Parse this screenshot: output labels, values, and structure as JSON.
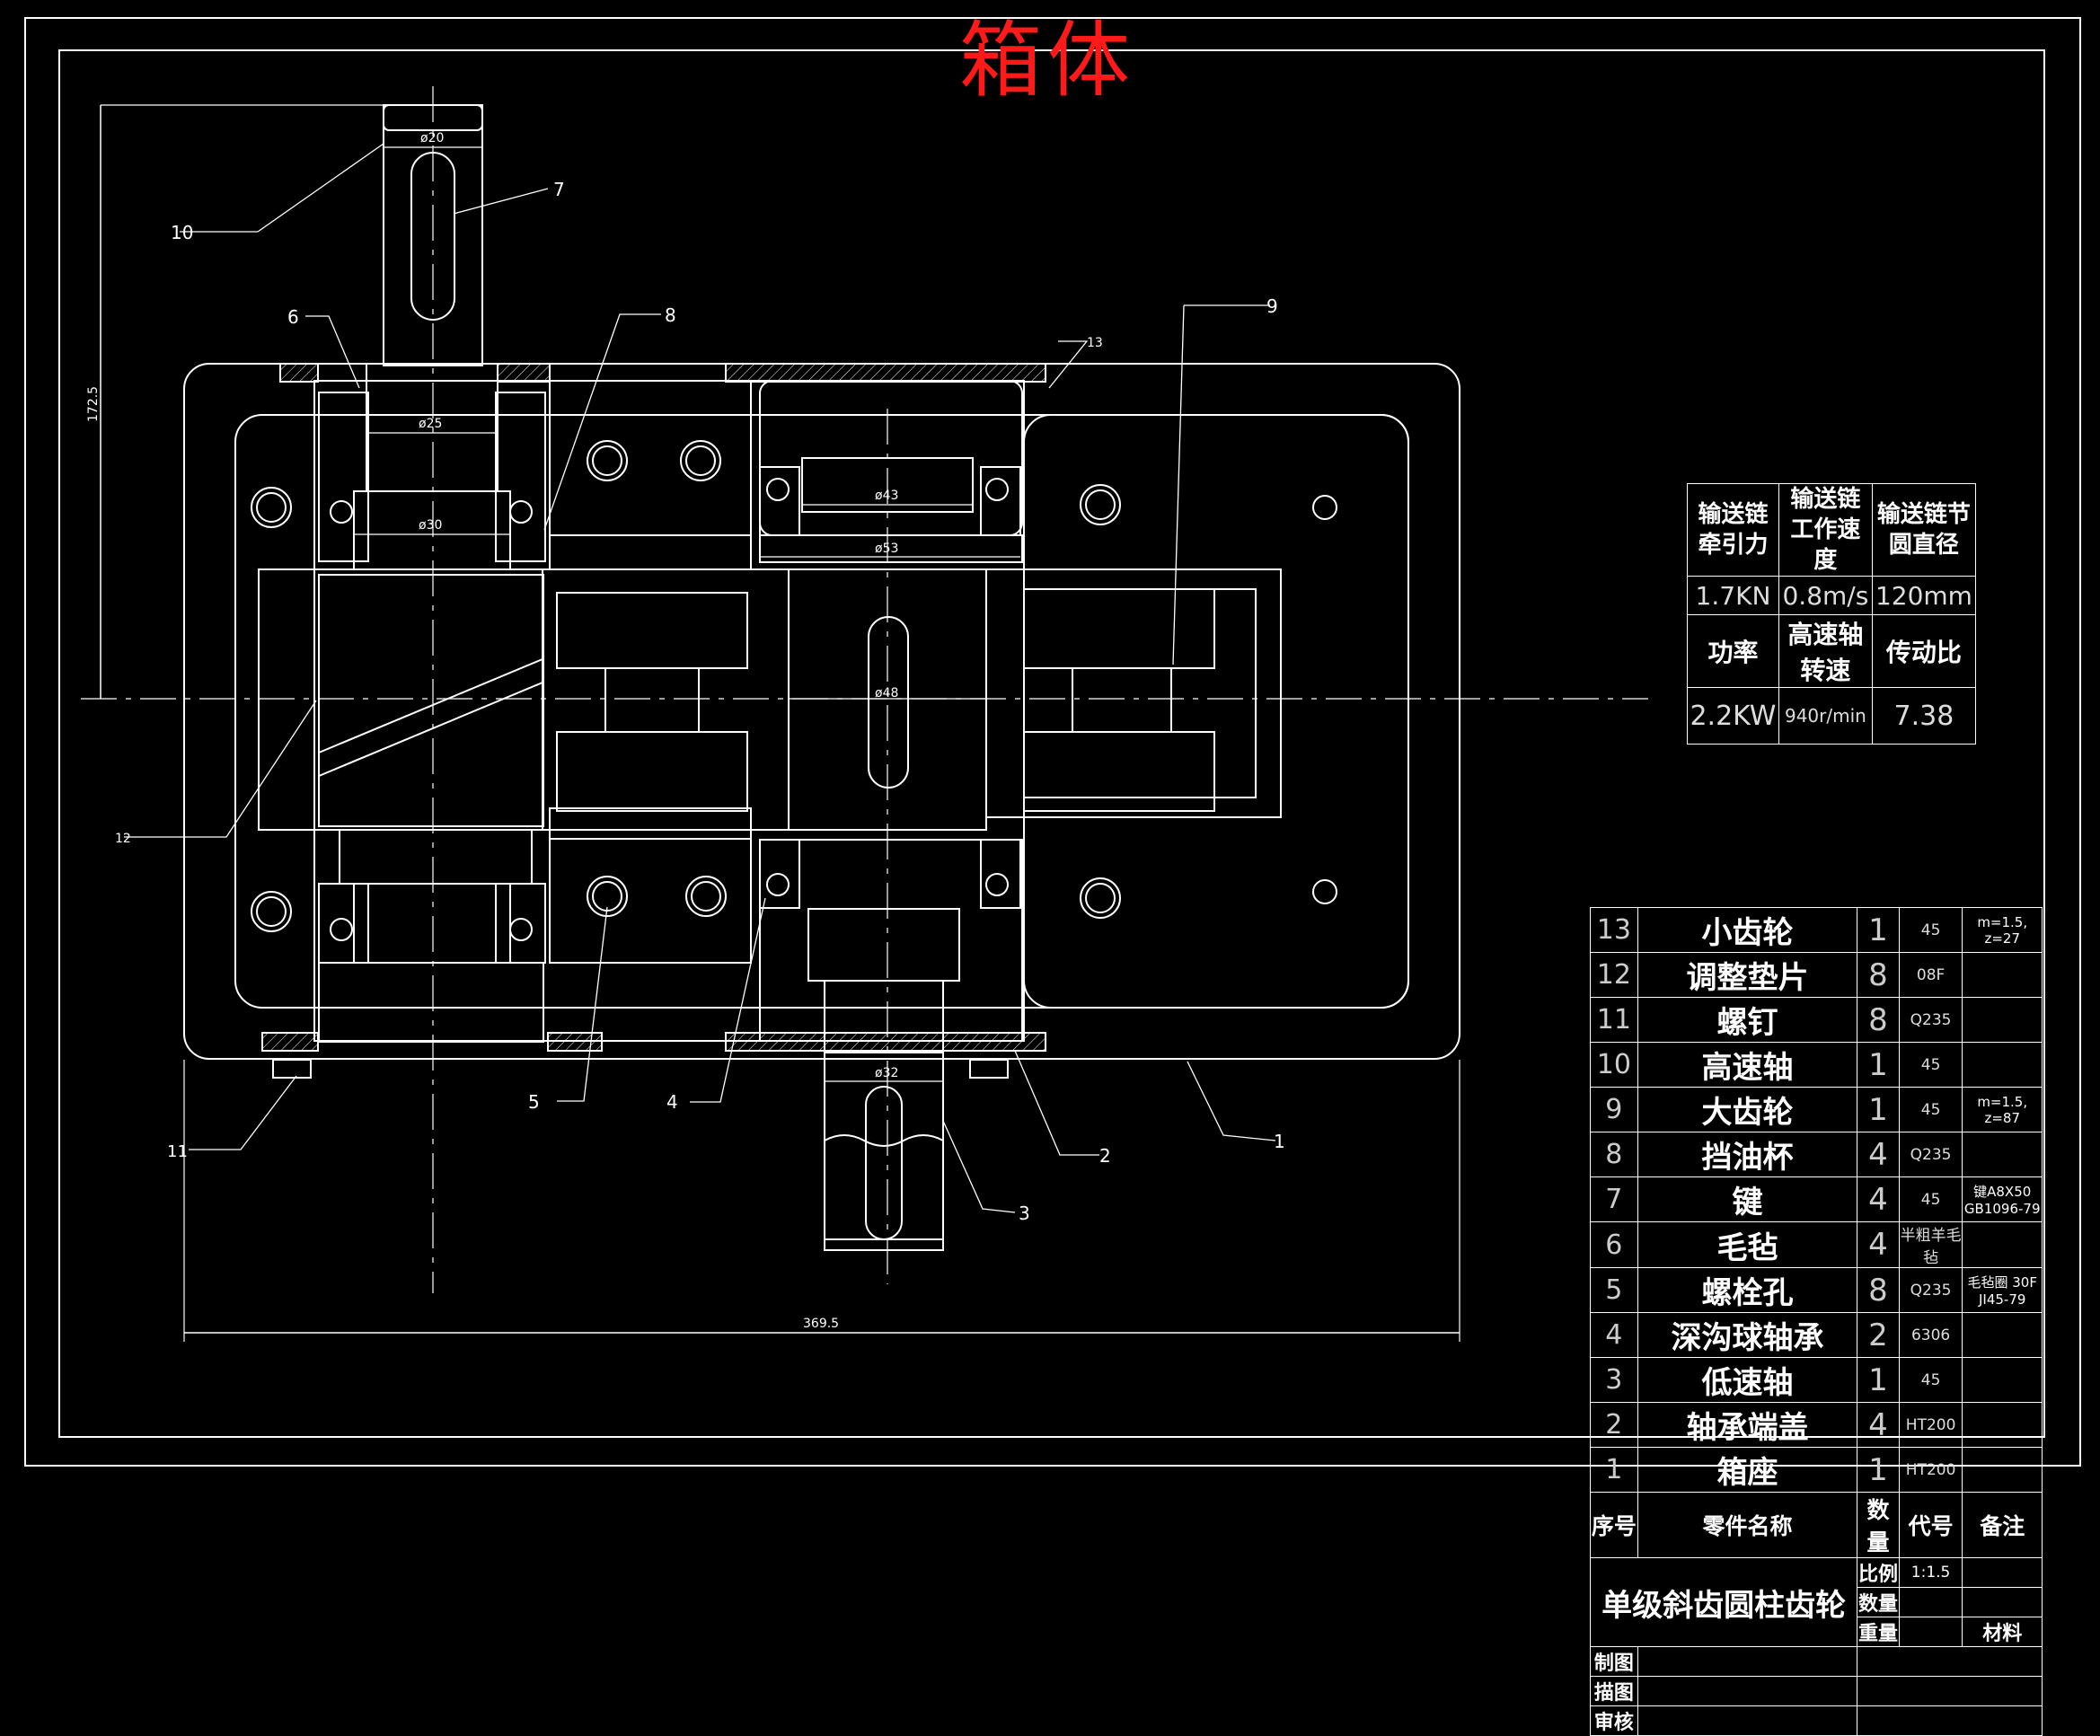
{
  "title": "箱体",
  "dims": {
    "d20": "ø20",
    "d25": "ø25",
    "d30": "ø30",
    "d43": "ø43",
    "d53": "ø53",
    "d48": "ø48",
    "d32": "ø32",
    "h172": "172.5",
    "w369": "369.5"
  },
  "callouts": [
    "1",
    "2",
    "3",
    "4",
    "5",
    "6",
    "7",
    "8",
    "9",
    "10",
    "11",
    "12",
    "13"
  ],
  "spec": {
    "h1": "输送链牵引力",
    "h2": "输送链工作速度",
    "h3": "输送链节圆直径",
    "v1": "1.7KN",
    "v2": "0.8m/s",
    "v3": "120mm",
    "h4": "功率",
    "h5": "高速轴转速",
    "h6": "传动比",
    "v4": "2.2KW",
    "v5": "940r/min",
    "v6": "7.38"
  },
  "bom": {
    "rows": [
      {
        "no": "13",
        "name": "小齿轮",
        "qty": "1",
        "code": "45",
        "remark": "m=1.5, z=27"
      },
      {
        "no": "12",
        "name": "调整垫片",
        "qty": "8",
        "code": "08F",
        "remark": ""
      },
      {
        "no": "11",
        "name": "螺钉",
        "qty": "8",
        "code": "Q235",
        "remark": ""
      },
      {
        "no": "10",
        "name": "高速轴",
        "qty": "1",
        "code": "45",
        "remark": ""
      },
      {
        "no": "9",
        "name": "大齿轮",
        "qty": "1",
        "code": "45",
        "remark": "m=1.5, z=87"
      },
      {
        "no": "8",
        "name": "挡油杯",
        "qty": "4",
        "code": "Q235",
        "remark": ""
      },
      {
        "no": "7",
        "name": "键",
        "qty": "4",
        "code": "45",
        "remark": "键A8X50 GB1096-79"
      },
      {
        "no": "6",
        "name": "毛毡",
        "qty": "4",
        "code": "半粗羊毛毡",
        "remark": ""
      },
      {
        "no": "5",
        "name": "螺栓孔",
        "qty": "8",
        "code": "Q235",
        "remark": "毛毡圈 30F JI45-79"
      },
      {
        "no": "4",
        "name": "深沟球轴承",
        "qty": "2",
        "code": "6306",
        "remark": ""
      },
      {
        "no": "3",
        "name": "低速轴",
        "qty": "1",
        "code": "45",
        "remark": ""
      },
      {
        "no": "2",
        "name": "轴承端盖",
        "qty": "4",
        "code": "HT200",
        "remark": ""
      },
      {
        "no": "1",
        "name": "箱座",
        "qty": "1",
        "code": "HT200",
        "remark": ""
      }
    ],
    "hdr_no": "序号",
    "hdr_name": "零件名称",
    "hdr_qty": "数量",
    "hdr_code": "代号",
    "hdr_remark": "备注",
    "drawing_name": "单级斜齿圆柱齿轮",
    "scale_label": "比例",
    "scale_value": "1:1.5",
    "qty_label": "数量",
    "weight_label": "重量",
    "material_label": "材料",
    "made_label": "制图",
    "trace_label": "描图",
    "check_label": "审核"
  },
  "colors": {
    "background": "#000000",
    "line": "#ffffff",
    "title": "#ff1a1a"
  }
}
